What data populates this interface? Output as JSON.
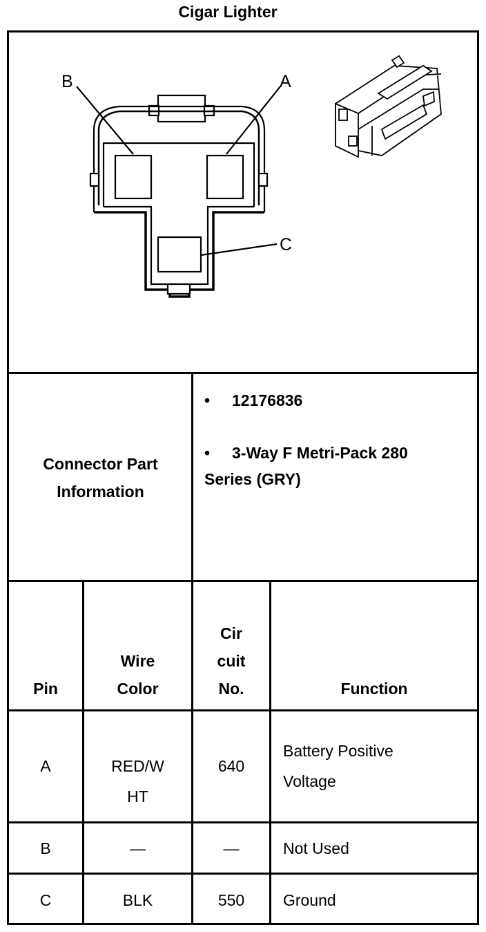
{
  "title": "Cigar Lighter",
  "diagram": {
    "pin_labels": [
      "A",
      "B",
      "C"
    ],
    "icons": [
      "connector-face-diagram",
      "connector-3d-illustration"
    ]
  },
  "connector_info": {
    "label": "Connector Part Information",
    "items": [
      "12176836",
      "3-Way F Metri-Pack 280 Series (GRY)"
    ],
    "bullet": "•"
  },
  "table": {
    "headers": {
      "pin": "Pin",
      "wire_color_1": "Wire",
      "wire_color_2": "Color",
      "circuit_1": "Cir",
      "circuit_2": "cuit",
      "circuit_3": "No.",
      "function": "Function"
    },
    "rows": [
      {
        "pin": "A",
        "wire_1": "RED/W",
        "wire_2": "HT",
        "circuit": "640",
        "func_1": "Battery Positive",
        "func_2": "Voltage"
      },
      {
        "pin": "B",
        "wire_1": "—",
        "wire_2": "",
        "circuit": "—",
        "func_1": "Not Used",
        "func_2": ""
      },
      {
        "pin": "C",
        "wire_1": "BLK",
        "wire_2": "",
        "circuit": "550",
        "func_1": "Ground",
        "func_2": ""
      }
    ]
  }
}
